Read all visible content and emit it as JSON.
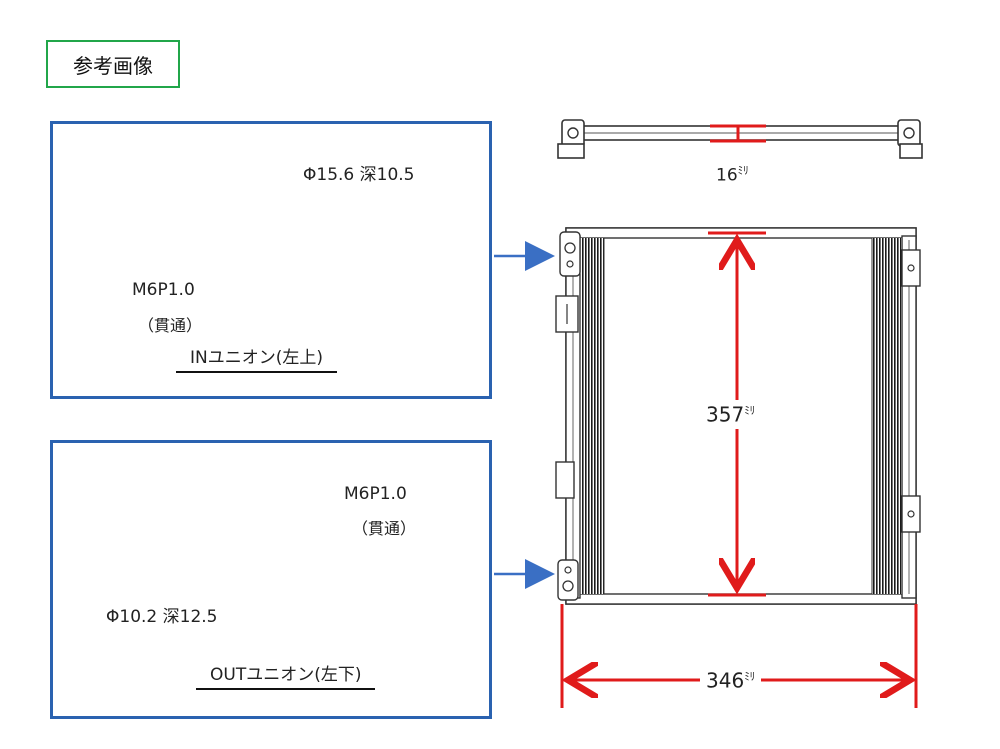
{
  "header": {
    "tag_label": "参考画像"
  },
  "in_panel": {
    "bore_label": "Φ15.6  深10.5",
    "thread_label": "M6P1.0",
    "thread_note": "（貫通）",
    "title": "INユニオン(左上)"
  },
  "out_panel": {
    "thread_label": "M6P1.0",
    "thread_note": "（貫通）",
    "bore_label": "Φ10.2  深12.5",
    "title": "OUTユニオン(左下)"
  },
  "dimensions": {
    "thickness": "16",
    "height": "357",
    "width": "346",
    "unit": "ﾐﾘ"
  },
  "colors": {
    "panel_border": "#2a62b0",
    "tag_border": "#21a64a",
    "dimension_red": "#e01b1b",
    "arrow_blue": "#3a6fc4"
  }
}
